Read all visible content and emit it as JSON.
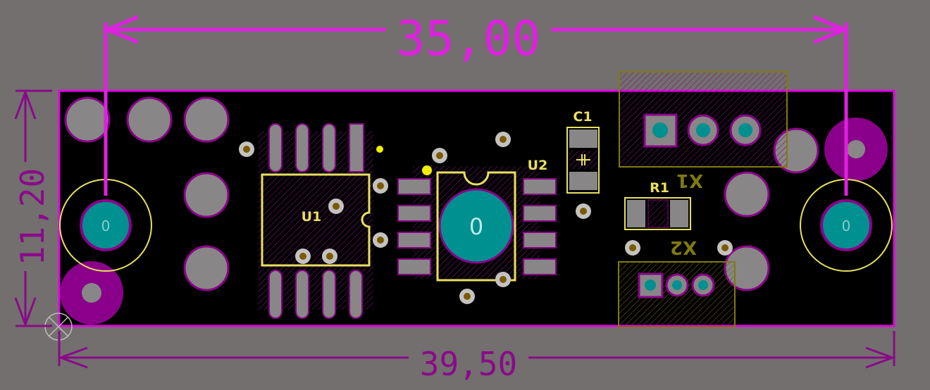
{
  "colors": {
    "background": "#726f6e",
    "board": "#000000",
    "board_outline": "#e600e6",
    "dimension_magenta": "#e020e0",
    "dimension_purple": "#8a0a8a",
    "silkscreen": "#e8e060",
    "pad_copper": "#888686",
    "pad_outline": "#8a008a",
    "mount_hole_fill": "#009090",
    "via_fill": "#c4c2c0",
    "via_hole": "#7a5a00",
    "large_via": "#8a008a",
    "courtyard": "#807a10"
  },
  "dimensions": {
    "top": "35,00",
    "bottom": "39,50",
    "left": "11,20"
  },
  "designators": {
    "c1": "C1",
    "u1": "U1",
    "u2": "U2",
    "r1": "R1",
    "x1": "X1",
    "x2": "X2"
  },
  "pad_labels": {
    "mount_left": "0",
    "mount_right": "0",
    "u2_center": "0"
  }
}
